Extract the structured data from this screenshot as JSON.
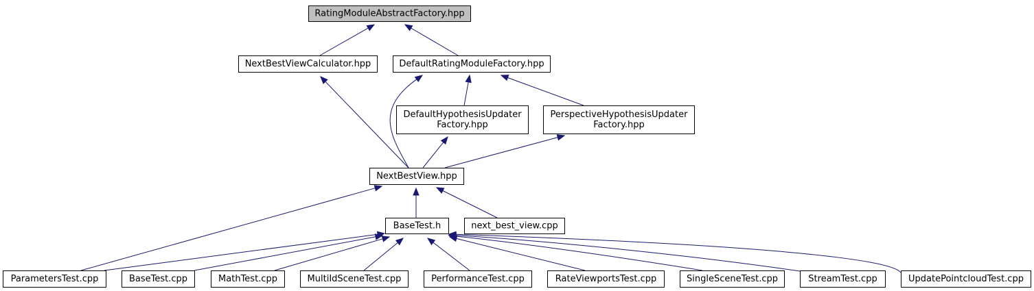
{
  "colors": {
    "edge": "#191970",
    "node_border": "#000000",
    "node_fill": "#ffffff",
    "root_fill": "#bfbfbf",
    "text": "#000000"
  },
  "nodes": [
    {
      "id": "rating-module-abstract-factory",
      "lines": [
        "RatingModuleAbstractFactory.hpp"
      ],
      "root": true
    },
    {
      "id": "next-best-view-calculator",
      "lines": [
        "NextBestViewCalculator.hpp"
      ]
    },
    {
      "id": "default-rating-module-factory",
      "lines": [
        "DefaultRatingModuleFactory.hpp"
      ]
    },
    {
      "id": "default-hypothesis-updater-factory",
      "lines": [
        "DefaultHypothesisUpdater",
        "Factory.hpp"
      ]
    },
    {
      "id": "perspective-hypothesis-updater-factory",
      "lines": [
        "PerspectiveHypothesisUpdater",
        "Factory.hpp"
      ]
    },
    {
      "id": "next-best-view",
      "lines": [
        "NextBestView.hpp"
      ]
    },
    {
      "id": "base-test-h",
      "lines": [
        "BaseTest.h"
      ]
    },
    {
      "id": "next-best-view-cpp",
      "lines": [
        "next_best_view.cpp"
      ]
    },
    {
      "id": "parameters-test",
      "lines": [
        "ParametersTest.cpp"
      ]
    },
    {
      "id": "base-test-cpp",
      "lines": [
        "BaseTest.cpp"
      ]
    },
    {
      "id": "math-test",
      "lines": [
        "MathTest.cpp"
      ]
    },
    {
      "id": "multi-id-scene-test",
      "lines": [
        "MultiIdSceneTest.cpp"
      ]
    },
    {
      "id": "performance-test",
      "lines": [
        "PerformanceTest.cpp"
      ]
    },
    {
      "id": "rate-viewports-test",
      "lines": [
        "RateViewportsTest.cpp"
      ]
    },
    {
      "id": "single-scene-test",
      "lines": [
        "SingleSceneTest.cpp"
      ]
    },
    {
      "id": "stream-test",
      "lines": [
        "StreamTest.cpp"
      ]
    },
    {
      "id": "update-pointcloud-test",
      "lines": [
        "UpdatePointcloudTest.cpp"
      ]
    }
  ],
  "edges": [
    {
      "from": "next-best-view-calculator",
      "to": "rating-module-abstract-factory"
    },
    {
      "from": "default-rating-module-factory",
      "to": "rating-module-abstract-factory"
    },
    {
      "from": "next-best-view",
      "to": "next-best-view-calculator"
    },
    {
      "from": "next-best-view",
      "to": "default-rating-module-factory"
    },
    {
      "from": "default-hypothesis-updater-factory",
      "to": "default-rating-module-factory"
    },
    {
      "from": "perspective-hypothesis-updater-factory",
      "to": "default-rating-module-factory"
    },
    {
      "from": "next-best-view",
      "to": "default-hypothesis-updater-factory"
    },
    {
      "from": "next-best-view",
      "to": "perspective-hypothesis-updater-factory"
    },
    {
      "from": "base-test-h",
      "to": "next-best-view"
    },
    {
      "from": "next-best-view-cpp",
      "to": "next-best-view"
    },
    {
      "from": "parameters-test",
      "to": "next-best-view"
    },
    {
      "from": "parameters-test",
      "to": "base-test-h"
    },
    {
      "from": "base-test-cpp",
      "to": "base-test-h"
    },
    {
      "from": "math-test",
      "to": "base-test-h"
    },
    {
      "from": "multi-id-scene-test",
      "to": "base-test-h"
    },
    {
      "from": "performance-test",
      "to": "base-test-h"
    },
    {
      "from": "rate-viewports-test",
      "to": "base-test-h"
    },
    {
      "from": "single-scene-test",
      "to": "base-test-h"
    },
    {
      "from": "stream-test",
      "to": "base-test-h"
    },
    {
      "from": "update-pointcloud-test",
      "to": "base-test-h"
    }
  ]
}
